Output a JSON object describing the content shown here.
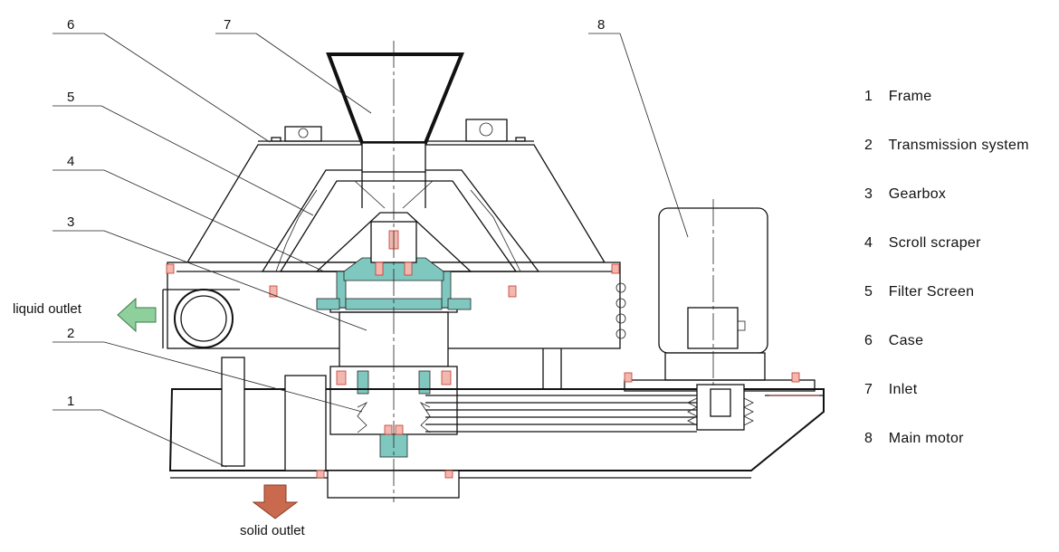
{
  "callouts": [
    {
      "number": "6"
    },
    {
      "number": "7"
    },
    {
      "number": "5"
    },
    {
      "number": "4"
    },
    {
      "number": "3"
    },
    {
      "number": "2"
    },
    {
      "number": "1"
    },
    {
      "number": "8"
    }
  ],
  "legend": [
    {
      "number": "1",
      "label": "Frame"
    },
    {
      "number": "2",
      "label": "Transmission system"
    },
    {
      "number": "3",
      "label": "Gearbox"
    },
    {
      "number": "4",
      "label": "Scroll scraper"
    },
    {
      "number": "5",
      "label": "Filter Screen"
    },
    {
      "number": "6",
      "label": "Case"
    },
    {
      "number": "7",
      "label": "Inlet"
    },
    {
      "number": "8",
      "label": "Main motor"
    }
  ],
  "outlets": {
    "liquid": {
      "label": "liquid outlet",
      "arrow_color": "#8fcf9c"
    },
    "solid": {
      "label": "solid outlet",
      "arrow_color": "#c96a4f"
    }
  },
  "colors": {
    "line": "#111111",
    "highlight_cyan": "#7fc8c0",
    "highlight_red": "#f2b8b0"
  }
}
